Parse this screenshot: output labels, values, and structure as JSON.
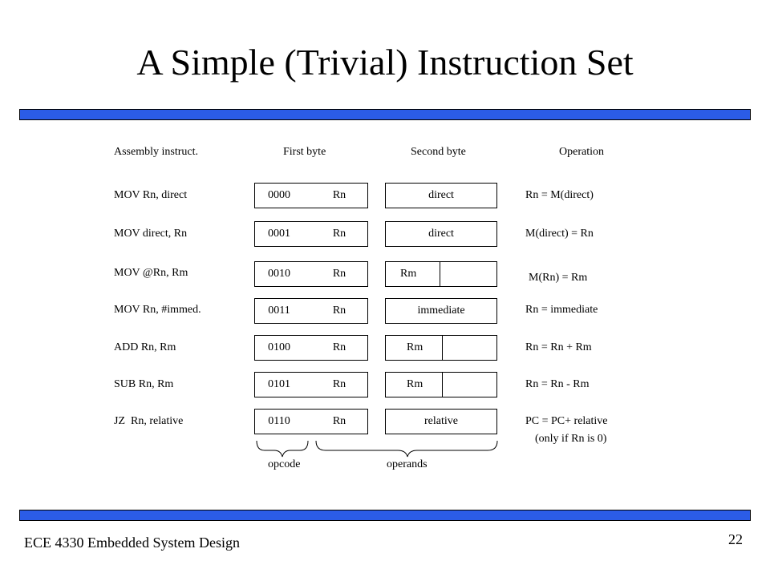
{
  "title": "A Simple (Trivial) Instruction Set",
  "accent_color": "#2b5ce6",
  "headers": {
    "assembly": "Assembly instruct.",
    "first_byte": "First byte",
    "second_byte": "Second byte",
    "operation": "Operation"
  },
  "rows": [
    {
      "asm": "MOV Rn, direct",
      "opcode": "0000",
      "rn": "Rn",
      "second": "direct",
      "operation": "Rn = M(direct)"
    },
    {
      "asm": "MOV direct, Rn",
      "opcode": "0001",
      "rn": "Rn",
      "second": "direct",
      "operation": "M(direct) = Rn"
    },
    {
      "asm": "MOV @Rn, Rm",
      "opcode": "0010",
      "rn": "Rn",
      "second": "Rm",
      "operation": "M(Rn) = Rm"
    },
    {
      "asm": "MOV Rn, #immed.",
      "opcode": "0011",
      "rn": "Rn",
      "second": "immediate",
      "operation": "Rn = immediate"
    },
    {
      "asm": "ADD Rn, Rm",
      "opcode": "0100",
      "rn": "Rn",
      "second": "Rm",
      "operation": "Rn = Rn + Rm"
    },
    {
      "asm": "SUB Rn, Rm",
      "opcode": "0101",
      "rn": "Rn",
      "second": "Rm",
      "operation": "Rn = Rn - Rm"
    },
    {
      "asm": "JZ  Rn, relative",
      "opcode": "0110",
      "rn": "Rn",
      "second": "relative",
      "operation": "PC = PC+ relative",
      "operation_note": "(only if Rn is 0)"
    }
  ],
  "brace_labels": {
    "opcode": "opcode",
    "operands": "operands"
  },
  "footer": "ECE 4330 Embedded System Design",
  "page_number": "22"
}
